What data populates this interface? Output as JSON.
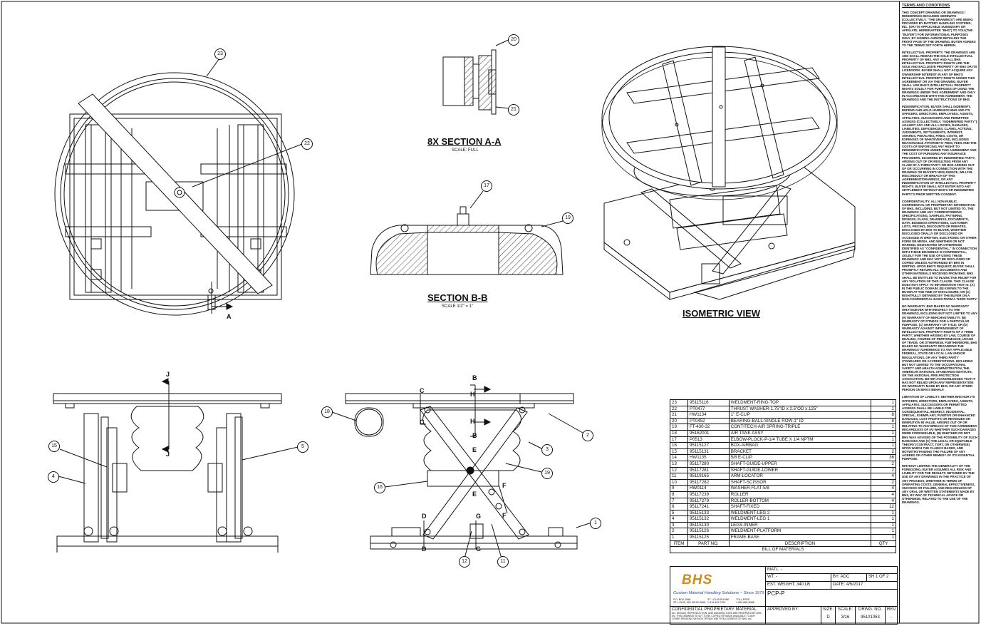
{
  "views": {
    "section_aa": {
      "title": "8X SECTION A-A",
      "scale": "SCALE: FULL"
    },
    "section_bb": {
      "title": "SECTION B-B",
      "scale": "SCALE 1/2\" = 1\""
    },
    "isometric": {
      "title": "ISOMETRIC VIEW"
    }
  },
  "balloons": {
    "b1": "1",
    "b2": "2",
    "b3": "3",
    "b4": "4",
    "b5": "5",
    "b11": "11",
    "b12": "12",
    "b15": "15",
    "b16": "16",
    "b17": "17",
    "b18": "18",
    "b19a": "19",
    "b19b": "19",
    "b20": "20",
    "b21": "21",
    "b22": "22",
    "b23": "23"
  },
  "section_marks": {
    "A": "A",
    "B": "B",
    "C": "C",
    "D": "D",
    "E": "E",
    "F": "F",
    "G": "G",
    "H": "H",
    "J": "J"
  },
  "terms": {
    "heading": "TERMS AND CONDITIONS",
    "paragraphs": [
      "THIS CONCEPT DRAWING OR DRAWINGS / RENDERINGS INCLUDED HEREWITH (COLLECTIVELY, \"THE DRAWINGS\") ARE BEING PROVIDED BY BATTERY HANDLING SYSTEMS, INC. (OR ITS APPLICABLE SUBSIDIARY OR AFFILIATE, HEREINAFTER \"BHS\") TO YOU (THE \"BUYER\") FOR INFORMATIONAL PURPOSES ONLY. BY SIGNING AND/OR INITIALING THE FRONT PAGE OF THE DRAWING, BUYER AGREES TO THE TERMS SET FORTH HEREIN.",
      "INTELLECTUAL PROPERTY. THE DRAWINGS ARE AND SHALL REMAIN THE SOLE INTELLECTUAL PROPERTY OF BHS. ANY AND ALL BHS INTELLECTUAL PROPERTY RIGHTS ARE THE SOLE AND EXCLUSIVE PROPERTY OF BHS OR ITS LICENSORS. BUYER SHALL NOT ACQUIRE ANY OWNERSHIP INTEREST IN ANY OF BHS'S INTELLECTUAL PROPERTY RIGHTS UNDER THIS AGREEMENT OR VIA THE DRAWING. BUYER SHALL USE BHS'S INTELLECTUAL PROPERTY RIGHTS SOLELY FOR PURPOSES OF USING THE DRAWINGS UNDER THIS AGREEMENT AND ONLY IN ACCORDANCE WITH THIS AGREEMENT, THE DRAWINGS AND THE INSTRUCTIONS OF BHS.",
      "INDEMNIFICATION. BUYER SHALL INDEMNIFY, DEFEND AND HOLD HARMLESS BHS AND ITS OFFICERS, DIRECTORS, EMPLOYEES, AGENTS, AFFILIATES, SUCCESSORS AND PERMITTED ASSIGNS (COLLECTIVELY, \"INDEMNIFIED PARTY\") AGAINST ANY AND ALL LOSSES, DAMAGES, LIABILITIES, DEFICIENCIES, CLAIMS, ACTIONS, JUDGMENTS, SETTLEMENTS, INTEREST, AWARDS, PENALTIES, FINES, COSTS, OR EXPENSES OF WHATEVER KIND, INCLUDING REASONABLE ATTORNEYS' FEES, FEES AND THE COSTS OF ENFORCING ANY RIGHT TO INDEMNIFICATION UNDER THIS AGREEMENT AND THE COST OF PURSUING ANY INSURANCE PROVIDERS, INCURRED BY INDEMNIFIED PARTY, ARISING OUT OF OR RESULTING FROM ANY CLAIM OF A THIRD PARTY OR BHS ARISING OUT OF OR OCCURRING IN CONNECTION WITH THE DRAWING OR BUYER'S NEGLIGENCE, WILLFUL MISCONDUCT OR BREACH OF THIS AGREEMENT/DRAWINGS, OR ANY INDEMNIFICATION OF INTELLECTUAL PROPERTY RIGHTS. BUYER SHALL NOT ENTER INTO ANY SETTLEMENT WITHOUT BHS'S OR INDEMNIFIED PARTY'S PRIOR WRITTEN CONSENT.",
      "CONFIDENTIALITY. ALL NON-PUBLIC, CONFIDENTIAL OR PROPRIETARY INFORMATION OF BHS, INCLUDING, BUT NOT LIMITED TO, THE DRAWINGS AND ANY CORRESPONDING SPECIFICATIONS, SAMPLES, PATTERNS, DESIGNS, PLANS, DRAWINGS, DOCUMENTS, DATA, BUSINESS OPERATIONS, CUSTOMER LISTS, PRICING, DISCOUNTS OR REBATES, DISCLOSED BY BHS TO BUYER, WHETHER DISCLOSED ORALLY OR DISCLOSED OR ACCESSED IN WRITTEN, ELECTRONIC OR OTHER FORM OR MEDIA, AND WHETHER OR NOT MARKED, DESIGNATED OR OTHERWISE IDENTIFIED AS \"CONFIDENTIAL,\" IN CONNECTION WITH THESE DRAWINGS IS CONFIDENTIAL, SOLELY FOR THE USE OF USING THESE DRAWINGS AND MAY NOT BE DISCLOSED OR COPIED UNLESS AUTHORIZED BY BHS IN WRITING. UPON BHS'S REQUEST, BUYER SHALL PROMPTLY RETURN ALL DOCUMENTS AND OTHER MATERIALS RECEIVED FROM BHS. BHS SHALL BE ENTITLED TO INJUNCTIVE RELIEF FOR ANY VIOLATION OF THIS CLAUSE. THIS CLAUSE DOES NOT APPLY TO INFORMATION THAT IS: (A) IN THE PUBLIC DOMAIN; (B) KNOWN TO THE BUYER AT THE TIME OF DISCLOSURE; OR (C) RIGHTFULLY OBTAINED BY THE BUYER ON A NON-CONFIDENTIAL BASIS FROM A THIRD PARTY.",
      "NO WARRANTY. BHS MAKES NO WARRANTY WHATSOEVER WITH RESPECT TO THE DRAWINGS, INCLUDING BUT NOT LIMITED TO ANY (A) WARRANTY OF MERCHANTABILITY; (B) WARRANTY OF FITNESS FOR A PARTICULAR PURPOSE; (C) WARRANTY OF TITLE; OR (D) WARRANTY AGAINST INFRINGEMENT OF INTELLECTUAL PROPERTY RIGHTS OF A THIRD PARTY; WHETHER ARISING BY LAW, COURSE OF DEALING, COURSE OF PERFORMANCE, USAGE OF TRADE, OR OTHERWISE. FURTHERMORE, BHS MAKES NO WARRANTY REGARDING THE DRAWINGS' ADHERENCE TO ANY APPLICABLE FEDERAL, STATE OR LOCAL LAW AND/OR REGULATIONS, OR ANY THIRD PARTY STANDARDS OR ACCREDITATIONS, INCLUDING BUT NOT LIMITED TO THE OCCUPATIONAL SAFETY AND HEALTH ADMINISTRATION, THE AMERICAN NATIONAL STANDARDS INSTITUTE, OR THE NATIONAL FIRE PROTECTION ASSOCIATION. BUYER ACKNOWLEDGES THAT IT HAS NOT RELIED UPON ANY REPRESENTATION OR WARRANTY MADE BY BHS, OR ANY OTHER PERSON ON BHS'S BEHALF.",
      "LIMITATION OF LIABILITY. NEITHER BHS NOR ITS OFFICERS, DIRECTORS, EMPLOYEES, AGENTS, AFFILIATES, SUCCESSORS OR PERMITTED ASSIGNS SHALL BE LIABLE FOR CONSEQUENTIAL, INDIRECT, INCIDENTAL, SPECIAL, EXEMPLARY, PUNITIVE OR ENHANCED DAMAGES, LOST PROFITS OR REVENUES OR DIMINUTION IN VALUE, ARISING OUT OF OR RELATING TO ANY BREACH OF THIS AGREEMENT, REGARDLESS OF (A) WHETHER SUCH DAMAGES WERE FORESEEABLE, (B) WHETHER OR NOT BHS WAS ADVISED OF THE POSSIBILITY OF SUCH DAMAGES AND (C) THE LEGAL OR EQUITABLE THEORY (CONTRACT, TORT, OR OTHERWISE) UPON WHICH THE CLAIM IS BASED, AND NOTWITHSTANDING THE FAILURE OF ANY AGREED OR OTHER REMEDY OF ITS ESSENTIAL PURPOSE.",
      "WITHOUT LIMITING THE GENERALITY OF THE FOREGOING, BUYER ASSUMES ALL RISK AND LIABILITY FOR THE RESULTS OBTAINED BY THE USE OF ANY DRAWINGS IN THE PRACTICE OF ANY PROCESS, WHETHER IN TERMS OF OPERATING COSTS, GENERAL EFFECTIVENESS, SUCCESS OR FAILURE, AND REGARDLESS OF ANY ORAL OR WRITTEN STATEMENTS MADE BY BHS, BY WAY OF TECHNICAL ADVICE OR OTHERWISE, RELATED TO THE USE OF THE DRAWINGS."
    ]
  },
  "bom": {
    "title": "BILL OF MATERIALS",
    "headers": [
      "ITEM",
      "PART NO.",
      "DESCRIPTION",
      "QTY"
    ],
    "rows": [
      [
        "23",
        "95115116",
        "WELDMENT-RING-TOP",
        "1"
      ],
      [
        "22",
        "PT0477",
        "THRUST WASHER-1.75\"ID x 2.5\"OD x.125\"",
        "1"
      ],
      [
        "21",
        "HW1134",
        "1\" E-CLIP",
        "8"
      ],
      [
        "20",
        "PT0452",
        "BEARING-BALL-SINGLE ROW-1\" ID",
        "8"
      ],
      [
        "19",
        "FT-430-32",
        "CONTITECH-AIR SPRING-TRIPLE",
        "1"
      ],
      [
        "18",
        "95162001",
        "AIR TANK ASSY",
        "1"
      ],
      [
        "17",
        "P0513",
        "ELBOW-PLOCK-P-1/4 TUBE X 1/4 NPTM",
        "1"
      ],
      [
        "16",
        "95115127",
        "BOX-AIRBAG",
        "1"
      ],
      [
        "15",
        "95115131",
        "BRACKET",
        "2"
      ],
      [
        "14",
        "HW1135",
        "5/8 E-CLIP",
        "36"
      ],
      [
        "13",
        "95117280",
        "SHAFT-GUIDE-UPPER",
        "2"
      ],
      [
        "12",
        "95117281",
        "SHAFT-GUIDE-LOWER",
        "2"
      ],
      [
        "11",
        "95118165",
        "ARM-LOCATOR",
        "4"
      ],
      [
        "10",
        "95117282",
        "SHAFT-SCISSOR",
        "2"
      ],
      [
        "9",
        "HW0114",
        "WASHER-FLAT-5/8",
        "4"
      ],
      [
        "8",
        "95117239",
        "ROLLER",
        "4"
      ],
      [
        "7",
        "95117279",
        "ROLLER-BOTTOM",
        "4"
      ],
      [
        "6",
        "95117241",
        "SHAFT-FIXED",
        "12"
      ],
      [
        "5",
        "95115133",
        "WELDMENT-LEG 2",
        "1"
      ],
      [
        "4",
        "95115132",
        "WELDMENT-LEG 1",
        "1"
      ],
      [
        "3",
        "95115130",
        "LEGS-INNER",
        "1"
      ],
      [
        "2",
        "95115126",
        "WELDMENT-PLATFORM",
        "1"
      ],
      [
        "1",
        "95115125",
        "FRAME-BASE",
        "1"
      ]
    ]
  },
  "title_block": {
    "logo": "BHS",
    "tagline": "Custom Material Handling Solutions – Since 1979",
    "address_1": "P.O. BOX 2898\nST. LOUIS, MO 63122-0898",
    "address_2": "ST. LOUIS PHONE\n1-314-423-7391",
    "address_3": "TOLL FREE\n1-800-669-8088",
    "confidential": "CONFIDENTIAL PROPRIETARY MATERIAL",
    "confidential_note": "ALL DESIGN, REPRODUCTION, AND MANUFACTURE ARE RESERVED BY BHS, Inc. THIS DRAWING IS NOT TO BE COPIED OR MADE AVAILABLE TO ANY OTHER PERSONS WITHOUT PRIOR WRITTEN CONSENT OF BHS, Inc.",
    "matl": "MATL: -",
    "wt": "WT: -",
    "by": "BY: ADC",
    "sheet": "SH 1 OF 2",
    "est_weight": "EST. WEIGHT: 340 LB",
    "date": "DATE: 4/5/2017",
    "name": "PCP-P",
    "approved_by": "APPROVED BY:",
    "size_label": "SIZE:",
    "size": "D",
    "scale_label": "SCALE:",
    "scale": "3/16",
    "drwg_label": "DRWG. NO.",
    "drwg": "95101053",
    "rev_label": "REV.",
    "rev": "-"
  }
}
